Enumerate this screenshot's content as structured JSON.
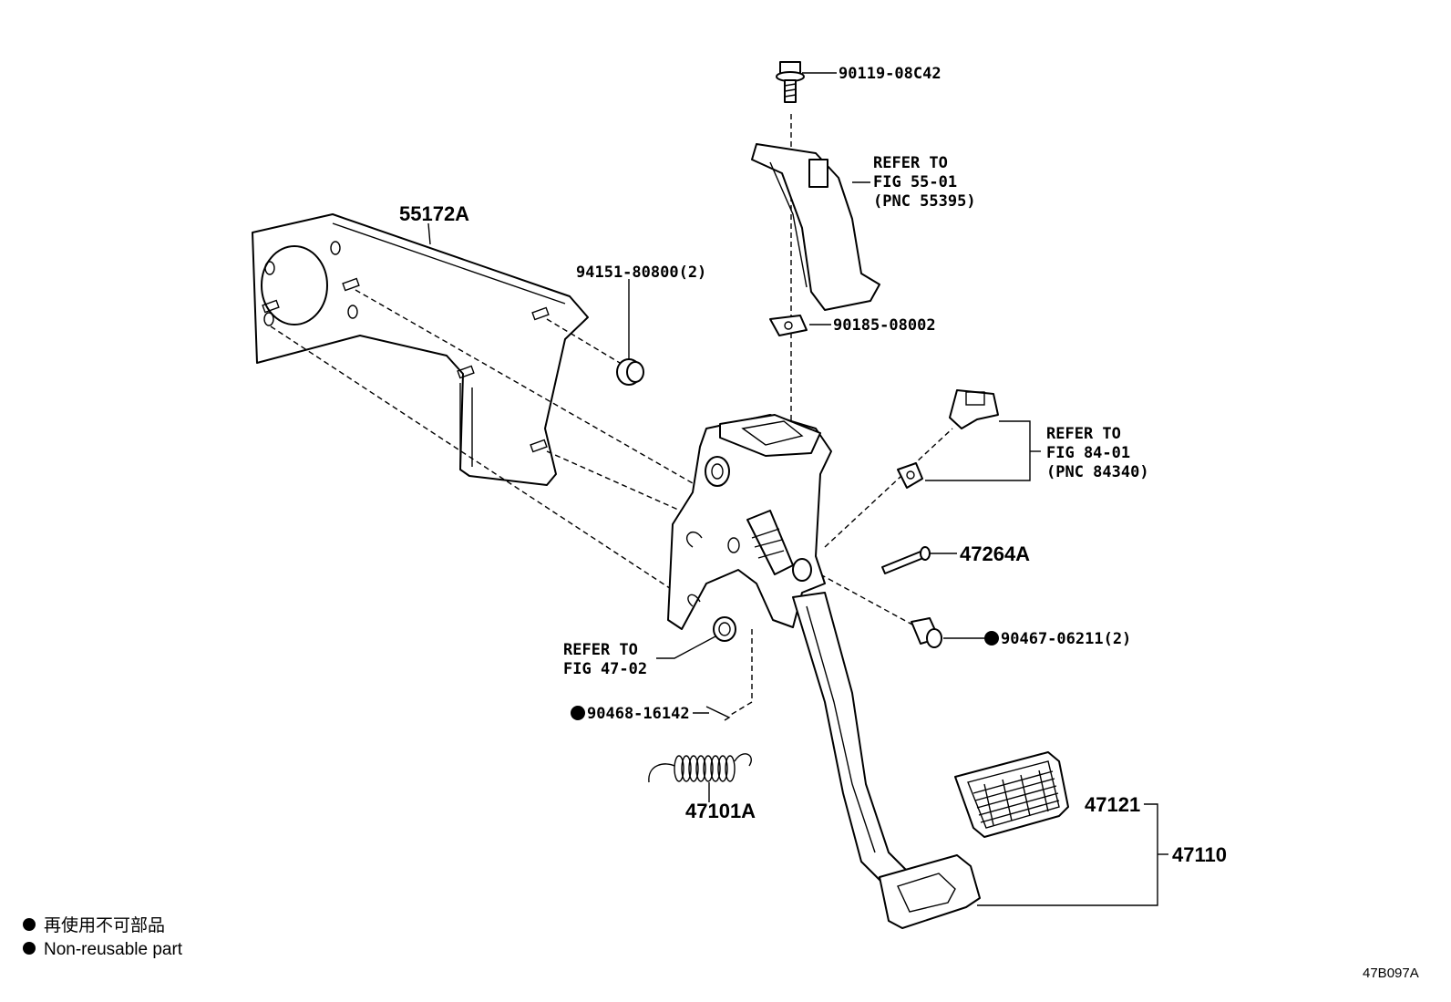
{
  "parts": {
    "bracket": "55172A",
    "nut_94151": "94151-80800(2)",
    "bolt_90119": "90119-08C42",
    "clip_90185": "90185-08002",
    "refer_55_line1": "REFER TO",
    "refer_55_line2": "FIG 55-01",
    "refer_55_line3": "(PNC 55395)",
    "refer_84_line1": "REFER TO",
    "refer_84_line2": "FIG 84-01",
    "refer_84_line3": "(PNC 84340)",
    "pin_47264": "47264A",
    "bushing_90467": "90467-06211(2)",
    "refer_47_line1": "REFER TO",
    "refer_47_line2": "FIG 47-02",
    "clip_90468": "90468-16142",
    "spring_47101": "47101A",
    "pad_47121": "47121",
    "pedal_47110": "47110"
  },
  "legend": {
    "line1": "再使用不可部品",
    "line2": "Non-reusable part"
  },
  "figure_code": "47B097A"
}
